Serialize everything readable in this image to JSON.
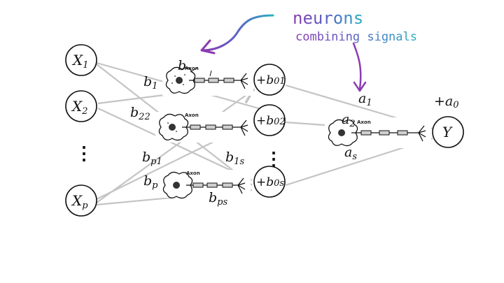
{
  "diagram": {
    "inputs": [
      {
        "base": "X",
        "sub": "1"
      },
      {
        "base": "X",
        "sub": "2"
      },
      {
        "base": "X",
        "sub": "p"
      }
    ],
    "input_ellipsis": "⋮",
    "hidden": [
      {
        "text": "+b",
        "sub": "01"
      },
      {
        "text": "+b",
        "sub": "02"
      },
      {
        "text": "+b",
        "sub": "0s"
      }
    ],
    "hidden_ellipsis": "⋮",
    "output": {
      "text": "Y",
      "bias": "+a",
      "bias_sub": "0"
    },
    "weights_in": [
      {
        "base": "b",
        "sub": "1"
      },
      {
        "base": "b",
        "sub": "22"
      },
      {
        "base": "b",
        "sub": "p1"
      },
      {
        "base": "b",
        "sub": "p"
      },
      {
        "base": "b",
        "sub": "1s"
      },
      {
        "base": "b",
        "sub": "ps"
      },
      {
        "base": "b",
        "sub": ""
      }
    ],
    "weights_out": [
      {
        "base": "a",
        "sub": "1"
      },
      {
        "base": "a",
        "sub": "2"
      },
      {
        "base": "a",
        "sub": "s"
      }
    ],
    "neuron_label": "Axon"
  },
  "annotation": {
    "line1": "neurons",
    "line2": "combining signals",
    "colors": [
      "#2f9fc0",
      "#6a5fc4",
      "#8a3cb0",
      "#3c8fbe",
      "#2aa5b8"
    ]
  }
}
